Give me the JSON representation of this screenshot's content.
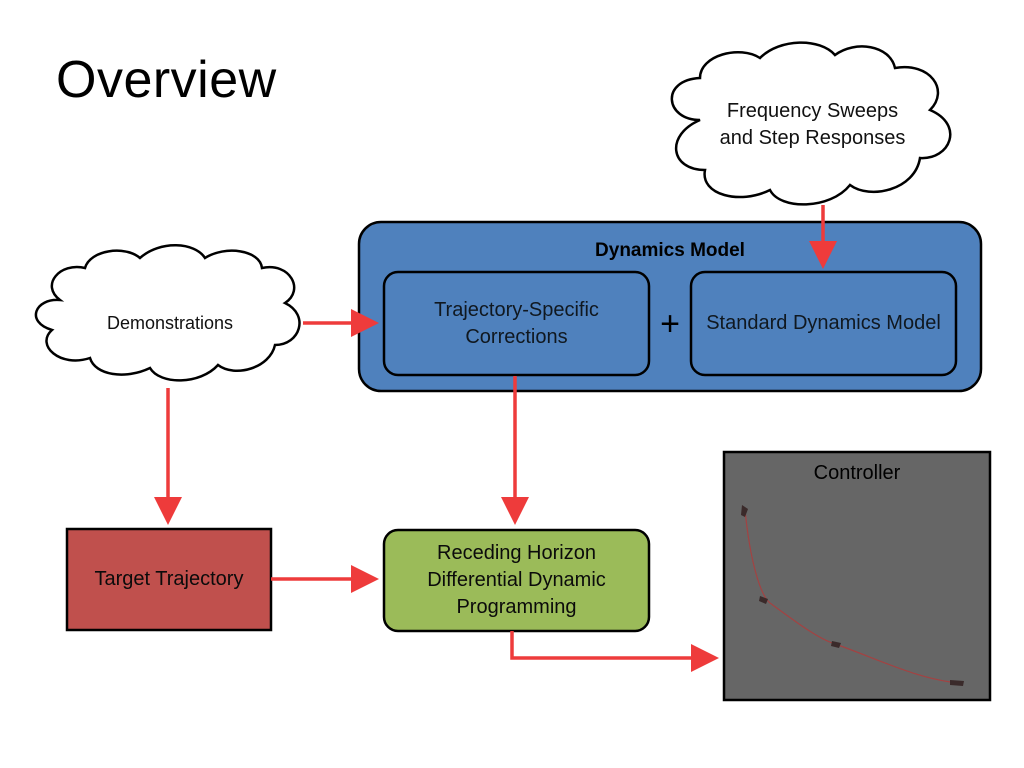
{
  "slide": {
    "title": "Overview"
  },
  "clouds": {
    "frequency": "Frequency Sweeps and Step Responses",
    "demonstrations": "Demonstrations"
  },
  "dynamics_model": {
    "title": "Dynamics Model",
    "corrections": "Trajectory-Specific Corrections",
    "operator": "+",
    "standard": "Standard Dynamics Model"
  },
  "target_trajectory": "Target Trajectory",
  "ddp": "Receding Horizon Differential Dynamic Programming",
  "controller": {
    "label": "Controller"
  },
  "colors": {
    "model_fill": "#4f81bd",
    "target_fill": "#c0504d",
    "ddp_fill": "#9bbb59",
    "controller_fill": "#666666",
    "arrow": "#ee3b3b"
  }
}
